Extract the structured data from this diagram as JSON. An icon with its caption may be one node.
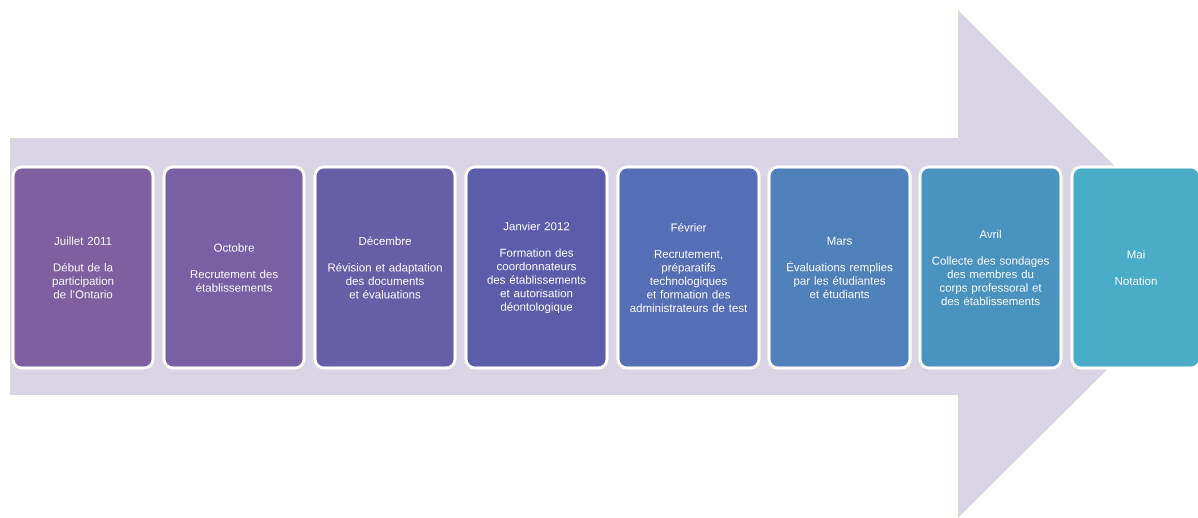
{
  "diagram": {
    "nodes": [
      {
        "text": [],
        "shape": "arrow"
      },
      {
        "text": [
          "Juillet 2011",
          "Début de la participation de l’Ontario"
        ],
        "in": 0
      },
      {
        "text": [
          "Octobre",
          "Recrutement des établissements"
        ],
        "in": 0
      },
      {
        "text": [
          "Décembre",
          "Révision et adaptation des documents et évaluations"
        ],
        "in": 0
      },
      {
        "text": [
          "Janvier 2012",
          "Formation des coordonnateurs des établissements et autorisation déontologique"
        ],
        "in": 0
      },
      {
        "text": [
          "Février",
          "Recrutement, préparatifs technologiques et formation des administrateurs de test"
        ],
        "in": 0
      },
      {
        "text": [
          "Mars",
          "Évaluations remplies par les étudiantes et étudiants"
        ],
        "in": 0
      },
      {
        "text": [
          "Avril",
          "Collecte des sondages des membres du corps professoral et des établissements"
        ],
        "in": 0
      },
      {
        "text": [
          "Mai",
          "Notation"
        ],
        "in": 0
      }
    ]
  }
}
